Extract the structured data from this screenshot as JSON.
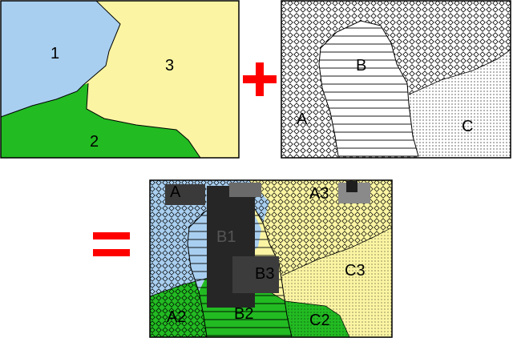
{
  "map1": {
    "labels": {
      "zone1": "1",
      "zone2": "2",
      "zone3": "3"
    },
    "colors": {
      "zone1": "#a9cff0",
      "zone2": "#22bb22",
      "zone3": "#fbf5a3"
    }
  },
  "map2": {
    "labels": {
      "zoneA": "A",
      "zoneB": "B",
      "zoneC": "C"
    },
    "colors": {
      "stroke": "#000000",
      "fill": "#ffffff"
    }
  },
  "result": {
    "labels": {
      "a1": "A",
      "a3": "A3",
      "b1": "B1",
      "b3": "B3",
      "c3": "C3",
      "a2": "A2",
      "b2": "B2",
      "c2": "C2"
    }
  },
  "operators": {
    "plus_color": "#ff0000",
    "equals_color": "#ff0000"
  }
}
